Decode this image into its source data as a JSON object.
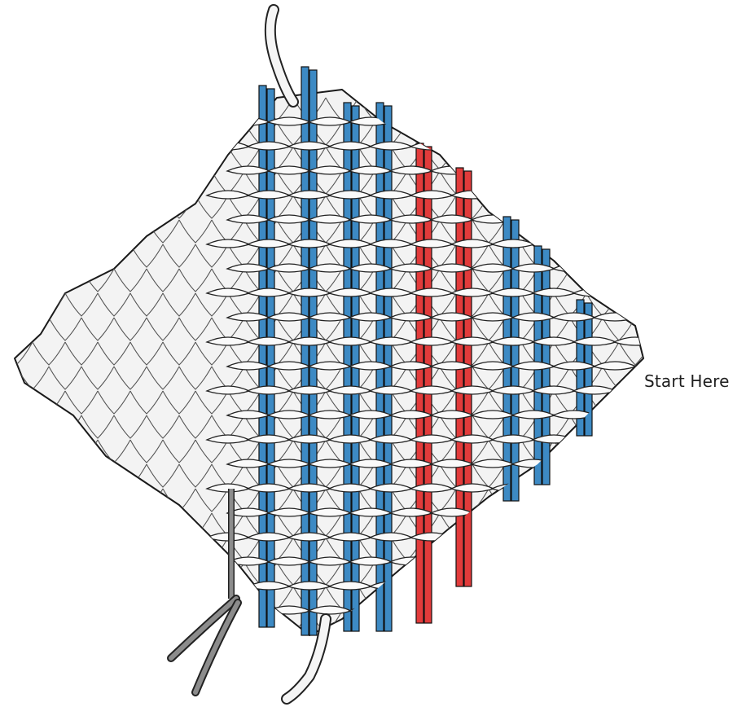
{
  "diagram": {
    "start_label": "Start Here",
    "colors": {
      "background": "#ffffff",
      "fabric_fill": "#f3f3f3",
      "fabric_stroke": "#1a1a1a",
      "rod_blue": "#3d8ac4",
      "rod_red": "#e23b3b",
      "needle_gray": "#8c8c8c"
    },
    "rods": [
      {
        "color": "blue"
      },
      {
        "color": "blue"
      },
      {
        "color": "blue"
      },
      {
        "color": "blue"
      },
      {
        "color": "red"
      },
      {
        "color": "red"
      },
      {
        "color": "blue"
      },
      {
        "color": "blue"
      },
      {
        "color": "blue"
      }
    ]
  }
}
